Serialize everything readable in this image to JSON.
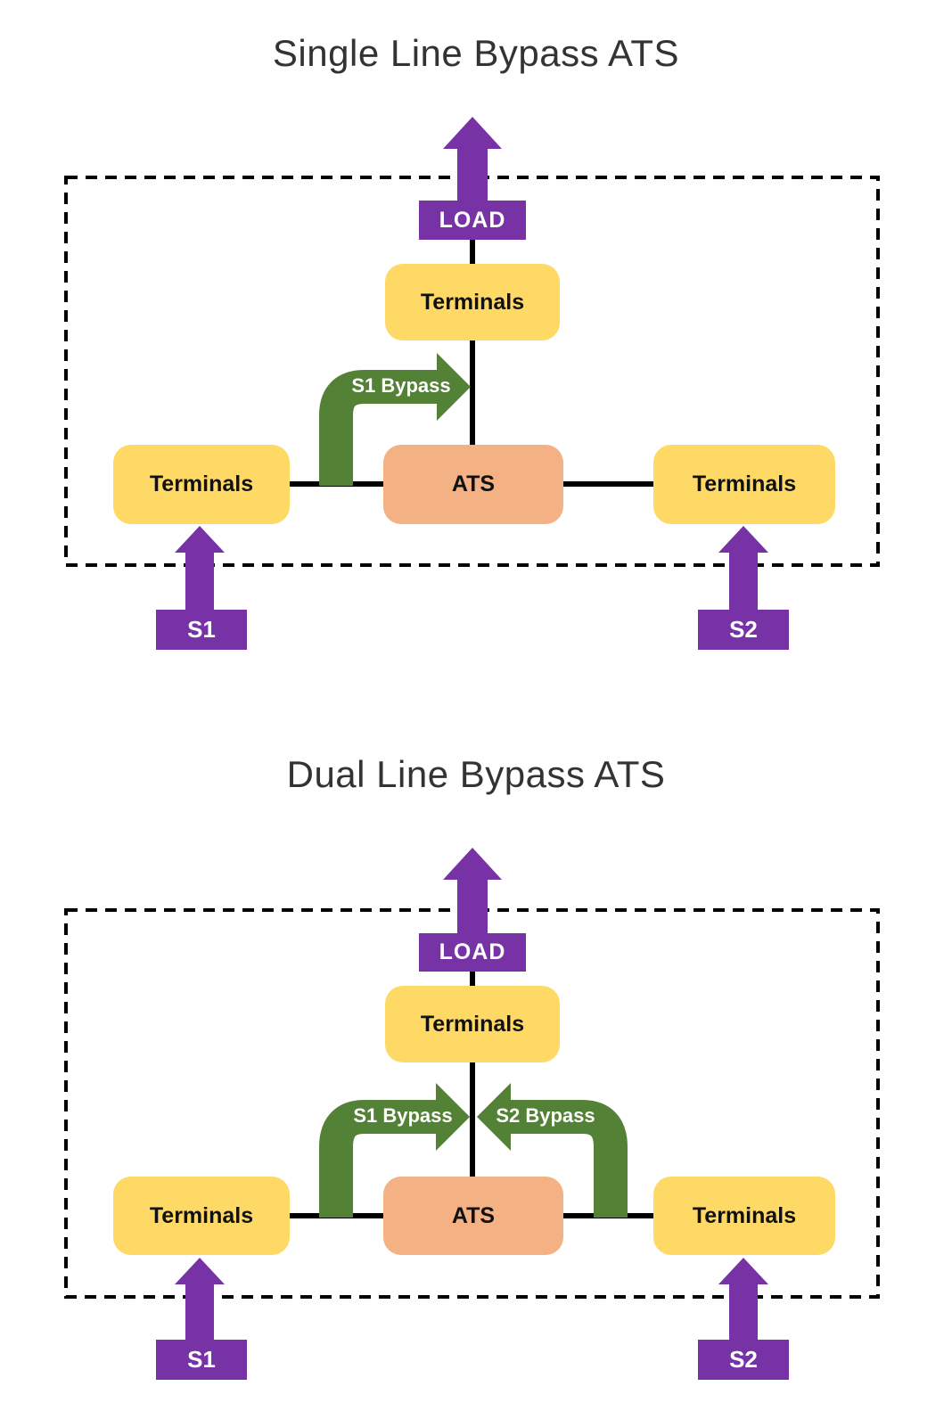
{
  "colors": {
    "purple": "#7733A6",
    "yellow": "#FFD966",
    "orange": "#F4B183",
    "green": "#538135",
    "line_black": "#000000",
    "title_gray": "#333333"
  },
  "diagrams": [
    {
      "title": "Single Line Bypass ATS",
      "boxes": {
        "load": "LOAD",
        "terminals_top": "Terminals",
        "terminals_left": "Terminals",
        "terminals_right": "Terminals",
        "ats": "ATS",
        "source_left": "S1",
        "source_right": "S2"
      },
      "bypass": {
        "s1": "S1 Bypass"
      }
    },
    {
      "title": "Dual Line Bypass ATS",
      "boxes": {
        "load": "LOAD",
        "terminals_top": "Terminals",
        "terminals_left": "Terminals",
        "terminals_right": "Terminals",
        "ats": "ATS",
        "source_left": "S1",
        "source_right": "S2"
      },
      "bypass": {
        "s1": "S1 Bypass",
        "s2": "S2 Bypass"
      }
    }
  ]
}
